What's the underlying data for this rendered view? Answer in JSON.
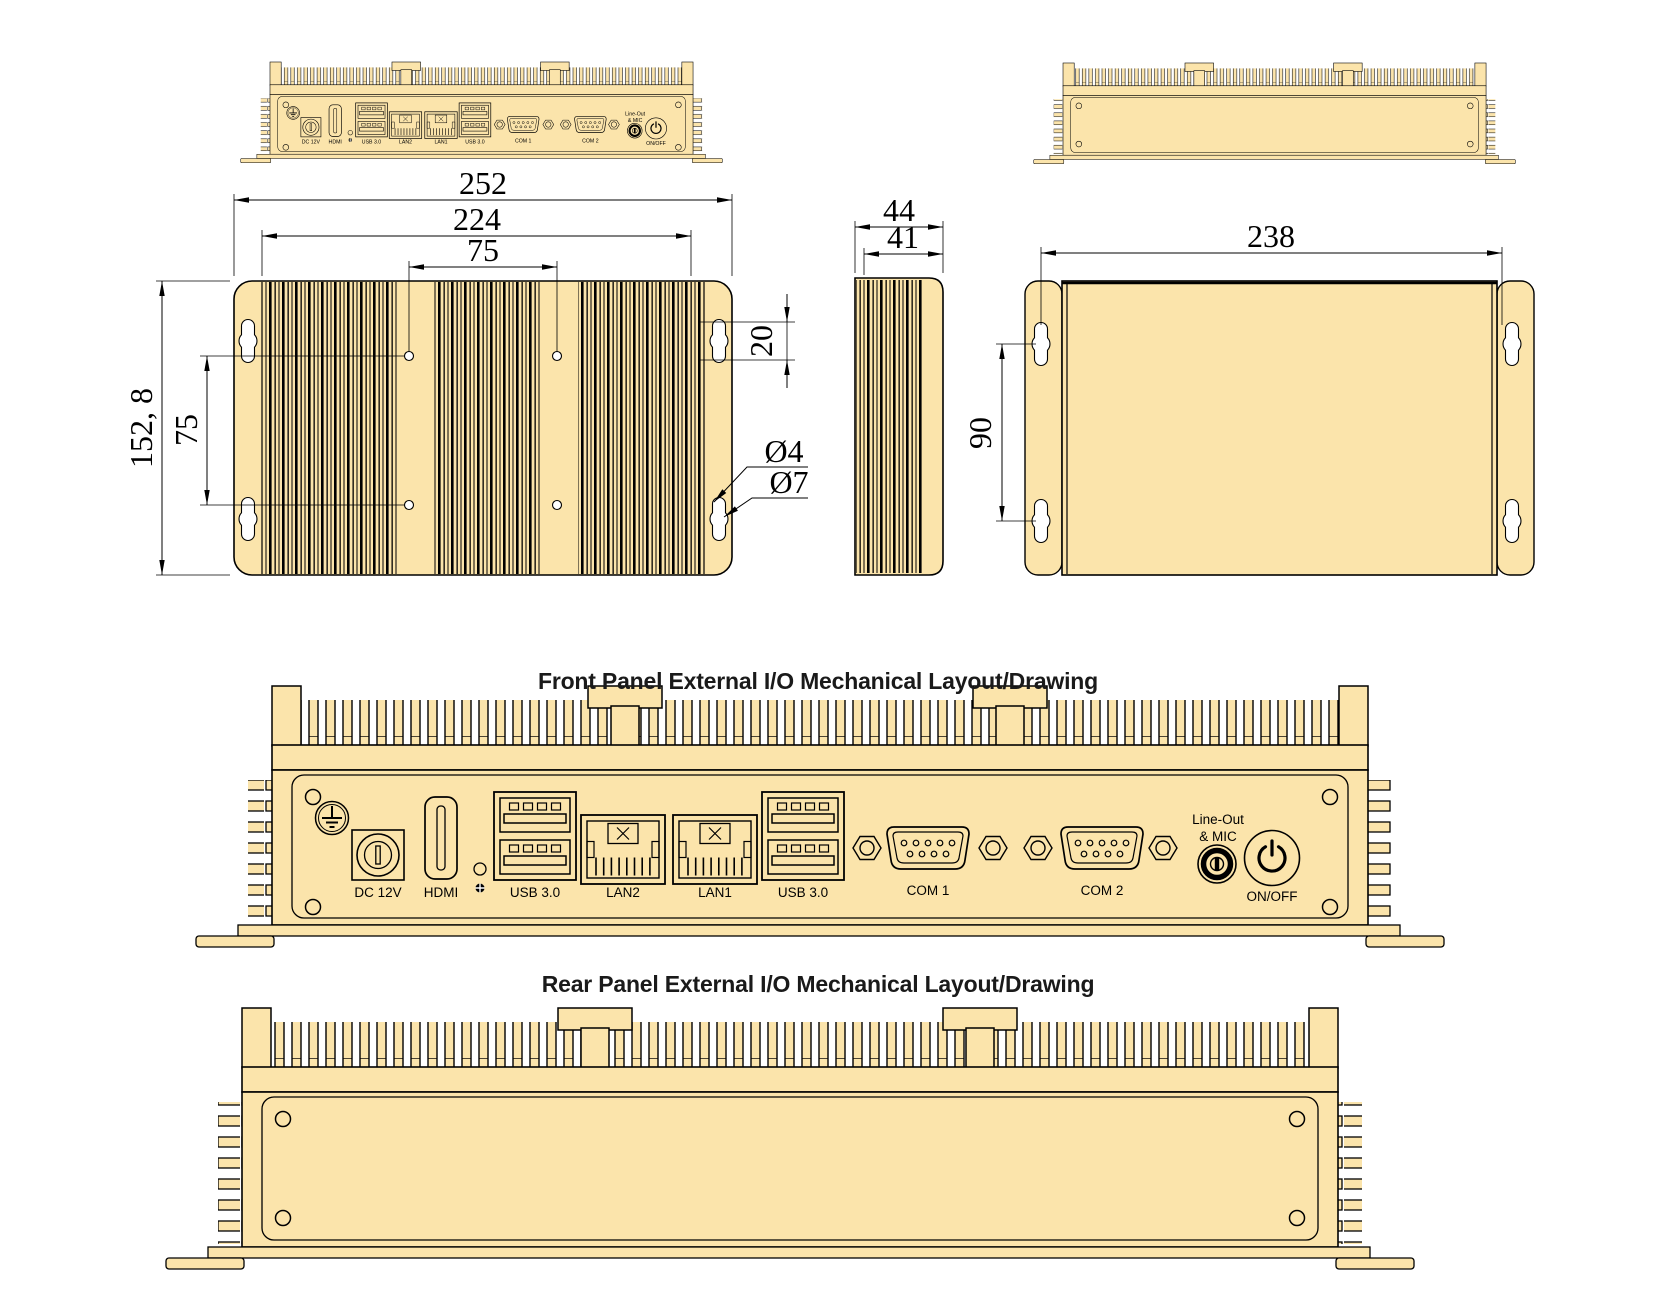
{
  "drawing": {
    "background": "#ffffff",
    "line_color": "#000000",
    "body_fill": "#FBE4AB"
  },
  "titles": {
    "front_panel": "Front Panel External I/O Mechanical Layout/Drawing",
    "rear_panel": "Rear Panel External I/O Mechanical Layout/Drawing"
  },
  "top_view": {
    "dims": {
      "overall_width": "252",
      "mount_width": "224",
      "hole_spacing_x": "75",
      "overall_height": "152, 8",
      "hole_spacing_y": "75",
      "slot_length": "20",
      "hole_dia": "Ø4",
      "slot_hole_dia": "Ø7"
    }
  },
  "side_view": {
    "dims": {
      "overall_depth": "44",
      "body_depth": "41"
    }
  },
  "bottom_view": {
    "dims": {
      "body_width": "238",
      "slot_spacing": "90"
    }
  },
  "front_panel": {
    "labels": {
      "dc_power": "DC 12V",
      "hdmi": "HDMI",
      "usb_left": "USB 3.0",
      "lan2": "LAN2",
      "lan1": "LAN1",
      "usb_right": "USB 3.0",
      "com1": "COM 1",
      "com2": "COM 2",
      "audio_line1": "Line-Out",
      "audio_line2": "& MIC",
      "power": "ON/OFF"
    }
  }
}
